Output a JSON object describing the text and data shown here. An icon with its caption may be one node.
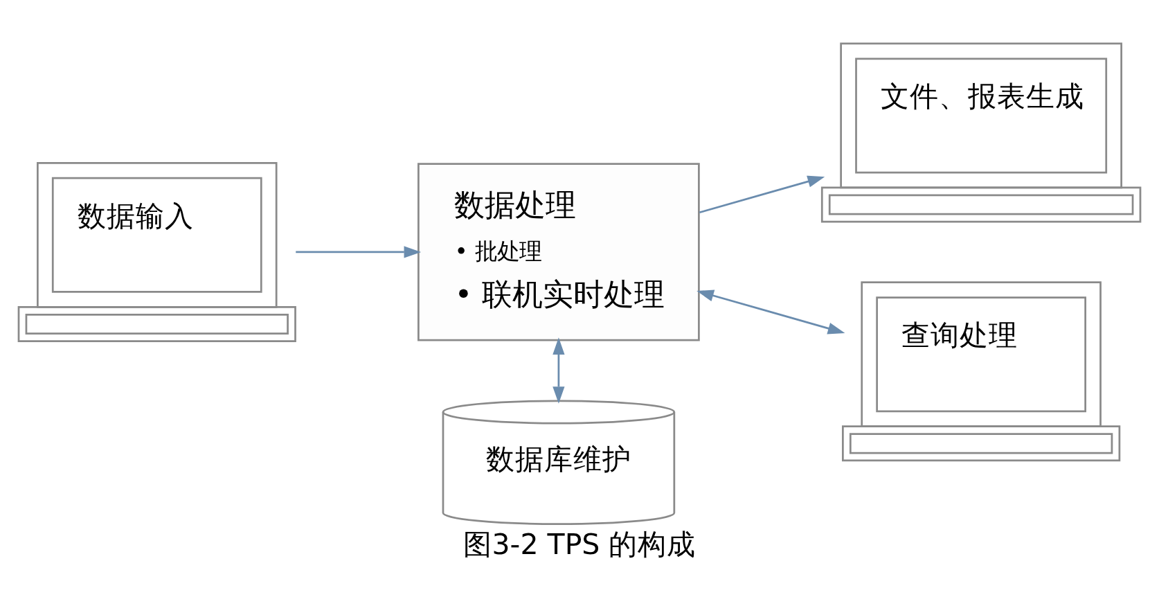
{
  "diagram": {
    "caption": "图3-2 TPS 的构成",
    "nodes": [
      {
        "text": [
          "数据输入"
        ]
      },
      {
        "text": [
          "数据处理",
          "• 批处理",
          "• 联机实时处理"
        ]
      },
      {
        "text": [
          "文件、报表生成"
        ]
      },
      {
        "text": [
          "查询处理"
        ]
      },
      {
        "text": [
          "数据库维护"
        ]
      }
    ],
    "edges": [
      {
        "from": 0,
        "to": 1,
        "arrow": "to"
      },
      {
        "from": 1,
        "to": 2,
        "arrow": "to"
      },
      {
        "from": 1,
        "to": 4,
        "arrow": "both"
      },
      {
        "from": 3,
        "to": 1,
        "arrow": "both"
      }
    ]
  }
}
